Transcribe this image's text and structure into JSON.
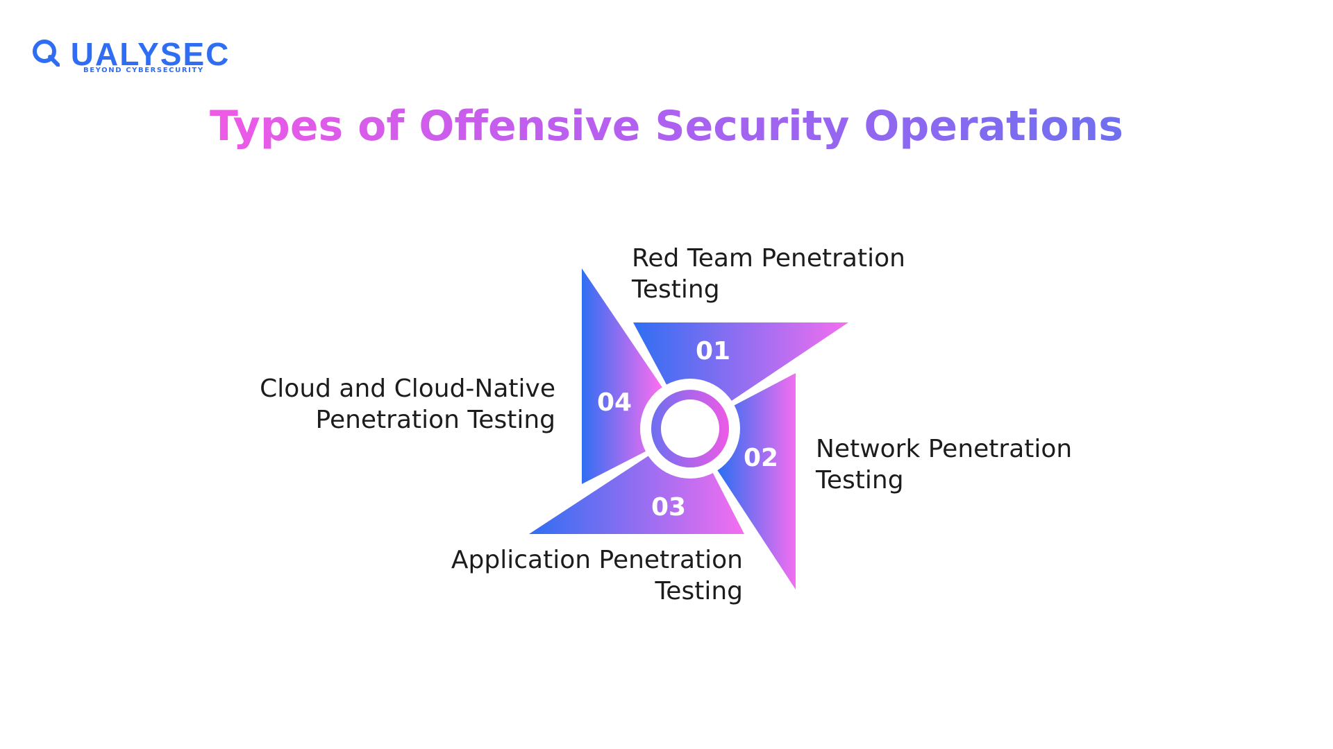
{
  "brand": {
    "name": "QUALYSEC",
    "name_rest": "UALYSEC",
    "tagline": "BEYOND CYBERSECURITY",
    "color": "#2f6ef2"
  },
  "title": "Types of Offensive Security Operations",
  "colors": {
    "gradient_start": "#2f6ef2",
    "gradient_end": "#f46ef0",
    "title_start": "#ee5ae6",
    "title_end": "#6f6ff0"
  },
  "items": [
    {
      "number": "01",
      "label_lines": [
        "Red Team Penetration",
        "Testing"
      ]
    },
    {
      "number": "02",
      "label_lines": [
        "Network Penetration",
        "Testing"
      ]
    },
    {
      "number": "03",
      "label_lines": [
        "Application Penetration",
        "Testing"
      ]
    },
    {
      "number": "04",
      "label_lines": [
        "Cloud and Cloud-Native",
        "Penetration Testing"
      ]
    }
  ]
}
